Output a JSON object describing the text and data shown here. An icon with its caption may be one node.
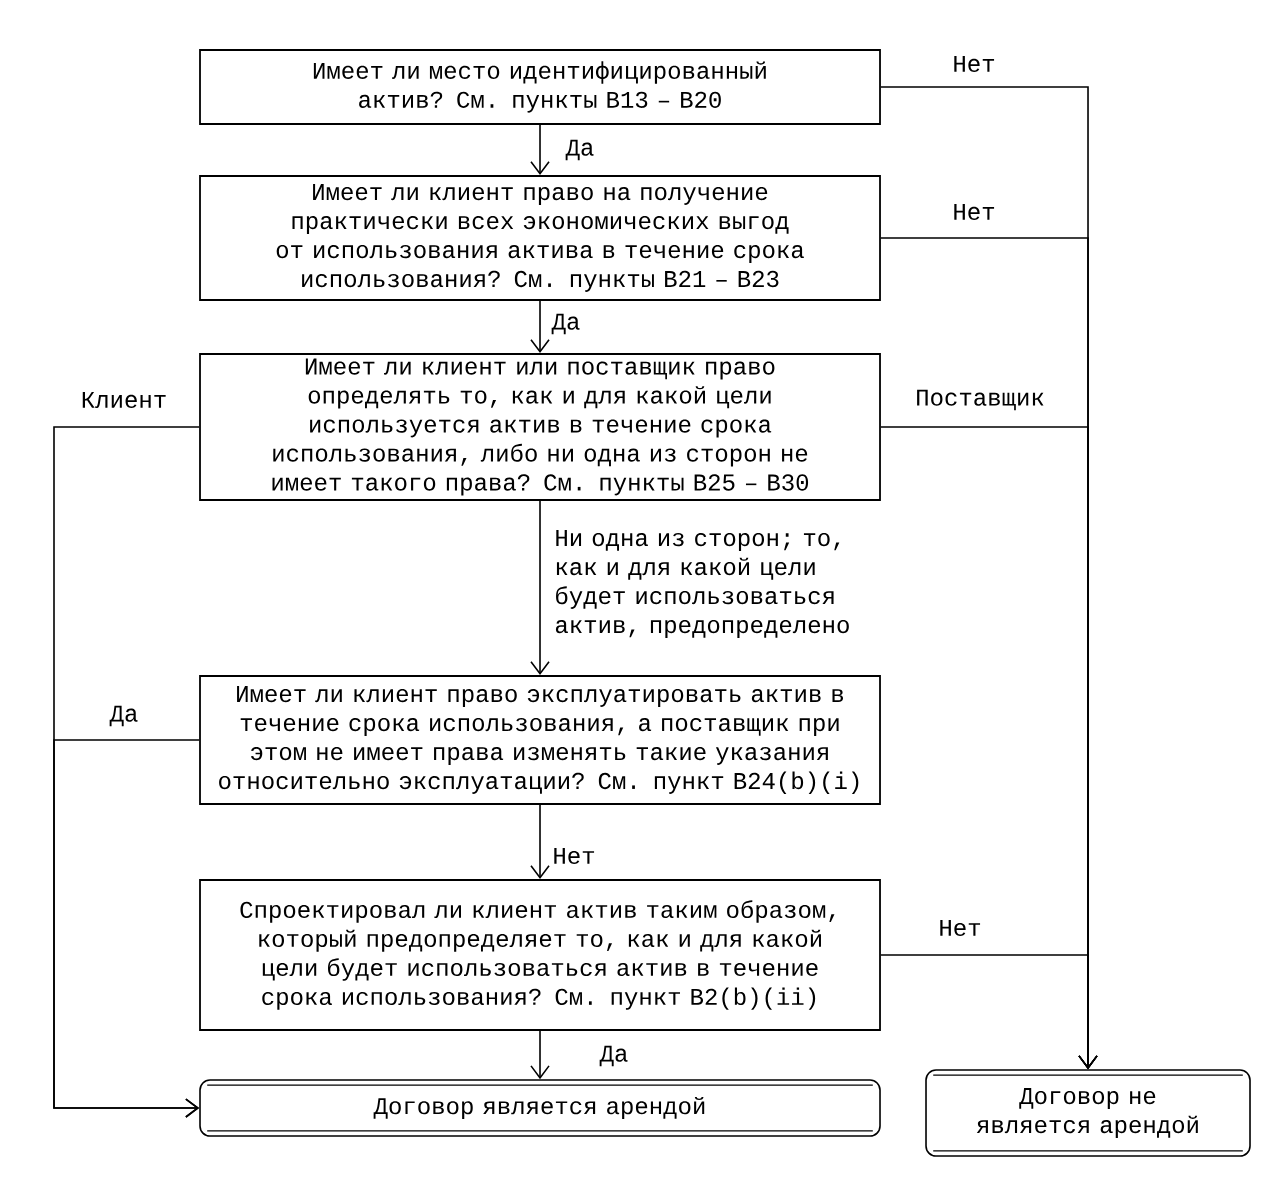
{
  "diagram": {
    "nodes": [
      {
        "text": [
          "Имеет ли место идентифицированный актив? См. пункты B13 – B20"
        ]
      },
      {
        "text": [
          "Имеет ли клиент право на получение практически всех экономических выгод от использования актива в течение срока использования? См. пункты B21 – B23"
        ]
      },
      {
        "text": [
          "Имеет ли клиент или поставщик право определять то, как и для какой цели используется актив в течение срока использования, либо ни одна из сторон не имеет такого права? См. пункты B25 – B30"
        ]
      },
      {
        "text": [
          "Имеет ли клиент право эксплуатировать актив в течение срока использования, а поставщик при этом не имеет права изменять такие указания относительно эксплуатации? См. пункт B24(b)(i)"
        ]
      },
      {
        "text": [
          "Спроектировал ли клиент актив таким образом, который предопределяет то, как и для какой цели будет использоваться актив в течение срока использования? См. пункт B2(b)(ii)"
        ]
      },
      {
        "text": [
          "Договор является арендой"
        ]
      },
      {
        "text": [
          "Договор не является арендой"
        ]
      }
    ],
    "edges": [
      {
        "from": 0,
        "to": 1,
        "arrow": "to",
        "label": "Да"
      },
      {
        "from": 0,
        "to": 6,
        "arrow": "to",
        "label": "Нет"
      },
      {
        "from": 1,
        "to": 2,
        "arrow": "to",
        "label": "Да"
      },
      {
        "from": 1,
        "to": 6,
        "arrow": "to",
        "label": "Нет"
      },
      {
        "from": 2,
        "to": 3,
        "arrow": "to",
        "label": "Ни одна из сторон; то, как и для какой цели будет использоваться актив, предопределено"
      },
      {
        "from": 2,
        "to": 5,
        "arrow": "to",
        "label": "Клиент"
      },
      {
        "from": 2,
        "to": 6,
        "arrow": "to",
        "label": "Поставщик"
      },
      {
        "from": 3,
        "to": 4,
        "arrow": "to",
        "label": "Нет"
      },
      {
        "from": 3,
        "to": 5,
        "arrow": "to",
        "label": "Да"
      },
      {
        "from": 4,
        "to": 5,
        "arrow": "to",
        "label": "Да"
      },
      {
        "from": 4,
        "to": 6,
        "arrow": "to",
        "label": "Нет"
      }
    ]
  }
}
